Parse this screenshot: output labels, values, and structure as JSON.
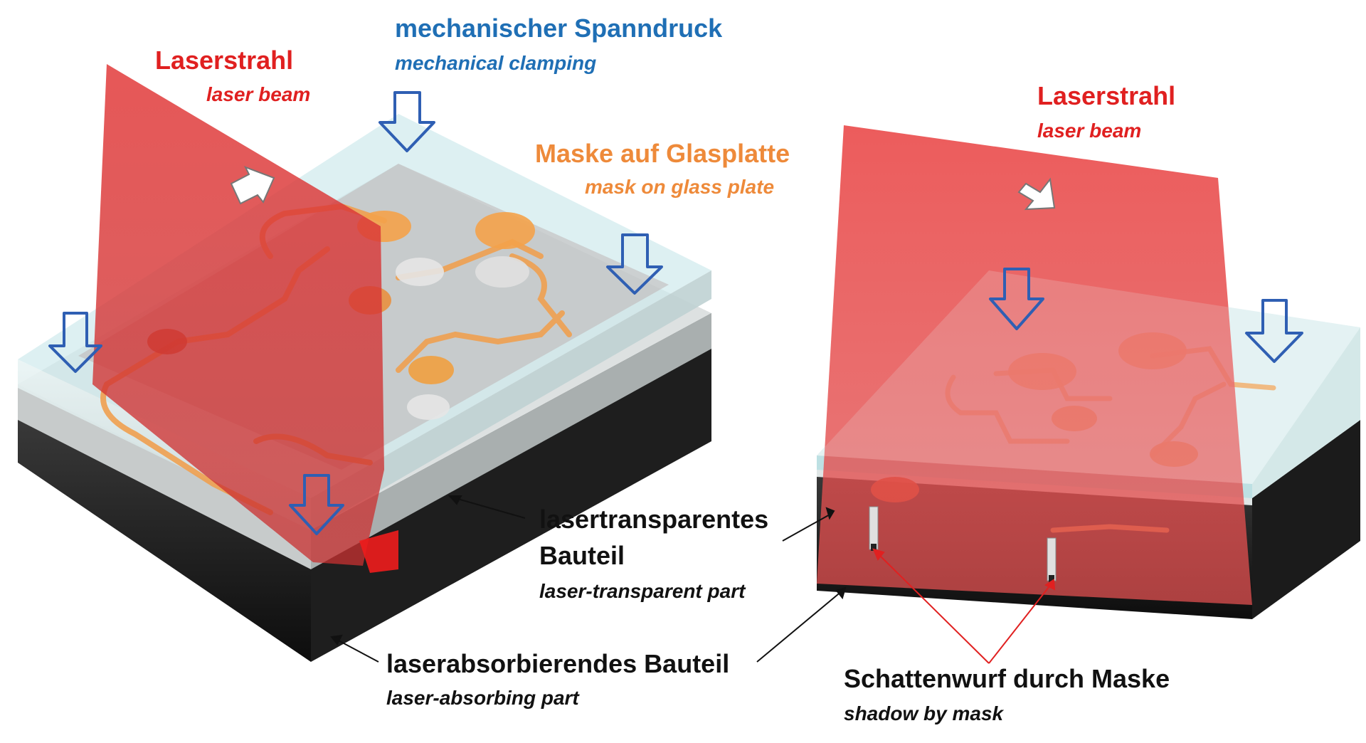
{
  "labels": {
    "laser_left": {
      "de": "Laserstrahl",
      "en": "laser beam"
    },
    "clamping": {
      "de": "mechanischer Spanndruck",
      "en": "mechanical clamping"
    },
    "mask": {
      "de": "Maske auf Glasplatte",
      "en": "mask on glass plate"
    },
    "laser_right": {
      "de": "Laserstrahl",
      "en": "laser beam"
    },
    "transparent_part": {
      "de_line1": "lasertransparentes",
      "de_line2": "Bauteil",
      "en": "laser-transparent part"
    },
    "absorbing_part": {
      "de": "laserabsorbierendes Bauteil",
      "en": "laser-absorbing part"
    },
    "shadow": {
      "de": "Schattenwurf durch Maske",
      "en": "shadow by mask"
    }
  },
  "colors": {
    "laser": "#e02020",
    "clamping": "#1f6fb5",
    "mask": "#ee8a3a",
    "text_dark": "#111111",
    "arrow_blue": "#2f5fb3",
    "absorbing": "#1a1a1a",
    "glass": "#bfe3e6"
  }
}
